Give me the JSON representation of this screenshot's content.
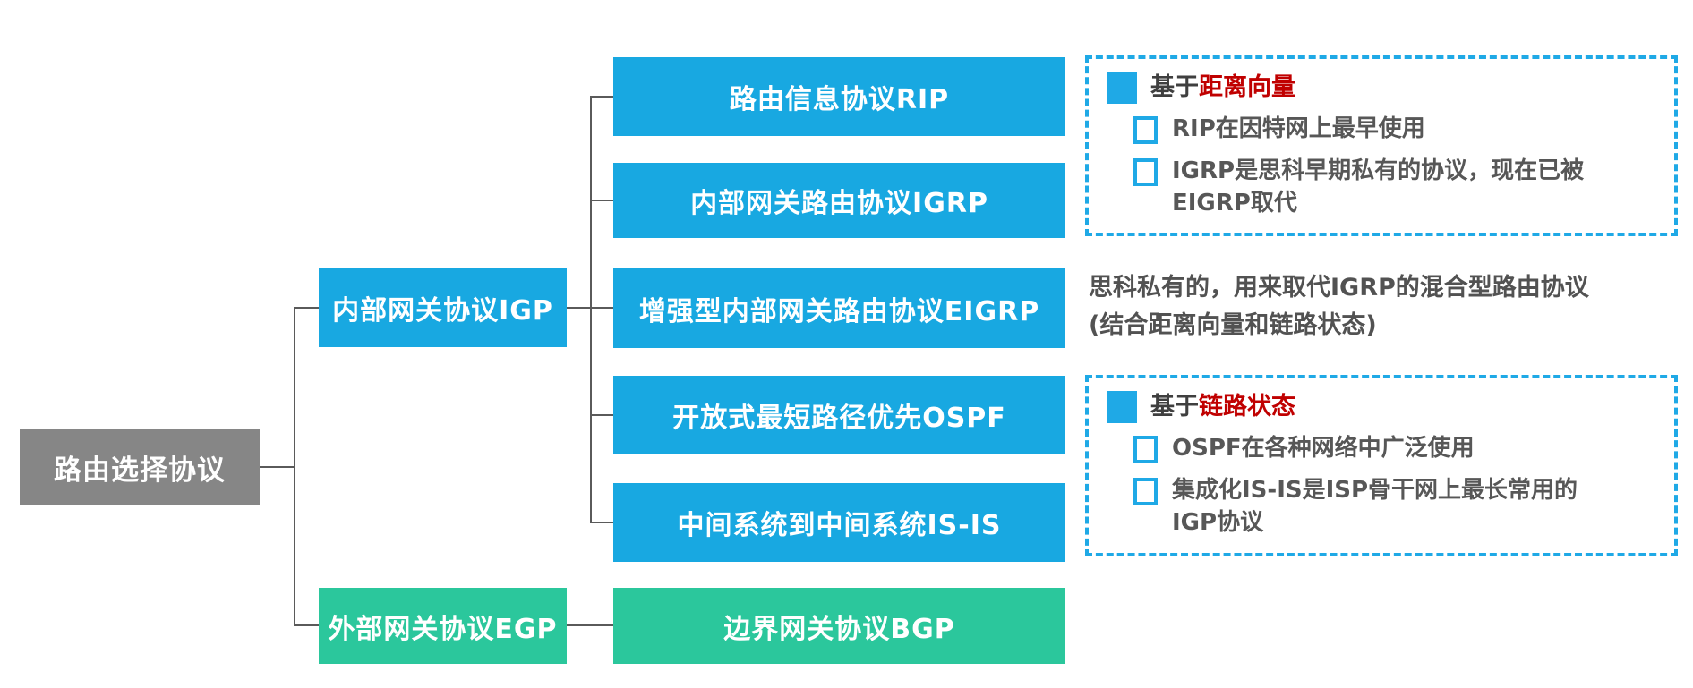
{
  "diagram": {
    "root": {
      "label": "路由选择协议"
    },
    "branches": [
      {
        "label": "内部网关协议IGP"
      },
      {
        "label": "外部网关协议EGP"
      }
    ],
    "igp_children": [
      {
        "label": "路由信息协议RIP"
      },
      {
        "label": "内部网关路由协议IGRP"
      },
      {
        "label": "增强型内部网关路由协议EIGRP"
      },
      {
        "label": "开放式最短路径优先OSPF"
      },
      {
        "label": "中间系统到中间系统IS-IS"
      }
    ],
    "egp_children": [
      {
        "label": "边界网关协议BGP"
      }
    ]
  },
  "annotations": {
    "distance_vector": {
      "heading_prefix": "基于",
      "heading_highlight": "距离向量",
      "items": [
        "RIP在因特网上最早使用",
        "IGRP是思科早期私有的协议，现在已被EIGRP取代"
      ]
    },
    "eigrp_note": {
      "line1": "思科私有的，用来取代IGRP的混合型路由协议",
      "line2": "(结合距离向量和链路状态)"
    },
    "link_state": {
      "heading_prefix": "基于",
      "heading_highlight": "链路状态",
      "items": [
        "OSPF在各种网络中广泛使用",
        "集成化IS-IS是ISP骨干网上最长常用的IGP协议"
      ]
    }
  },
  "colors": {
    "node_blue": "#18A8E1",
    "node_green": "#2BC79C",
    "node_gray": "#868686",
    "dash_blue": "#1FA9E6",
    "highlight_red": "#C00000",
    "connector_gray": "#5A5A5A"
  }
}
